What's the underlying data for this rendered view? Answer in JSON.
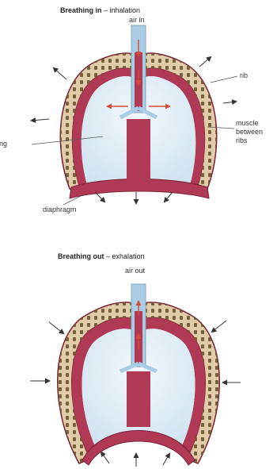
{
  "colors": {
    "lung": "#cfe3f0",
    "lung_light": "#f3f8fc",
    "wall": "#b03a55",
    "wall_dark": "#7c2035",
    "rib_band": "#e0cca8",
    "rib_dots": "#6b5530",
    "trachea": "#a9cde4",
    "arrow_air": "#d74b3a",
    "arrow_move": "#333333"
  },
  "inhalation": {
    "title_bold": "Breathing in",
    "title_rest": " – inhalation",
    "air_label": "air in",
    "rib_label": "rib",
    "muscle_label_lines": [
      "muscle",
      "between",
      "ribs"
    ],
    "lung_label": "lung",
    "diaphragm_label": "diaphragm"
  },
  "exhalation": {
    "title_bold": "Breathing out",
    "title_rest": " – exhalation",
    "air_label": "air out"
  }
}
